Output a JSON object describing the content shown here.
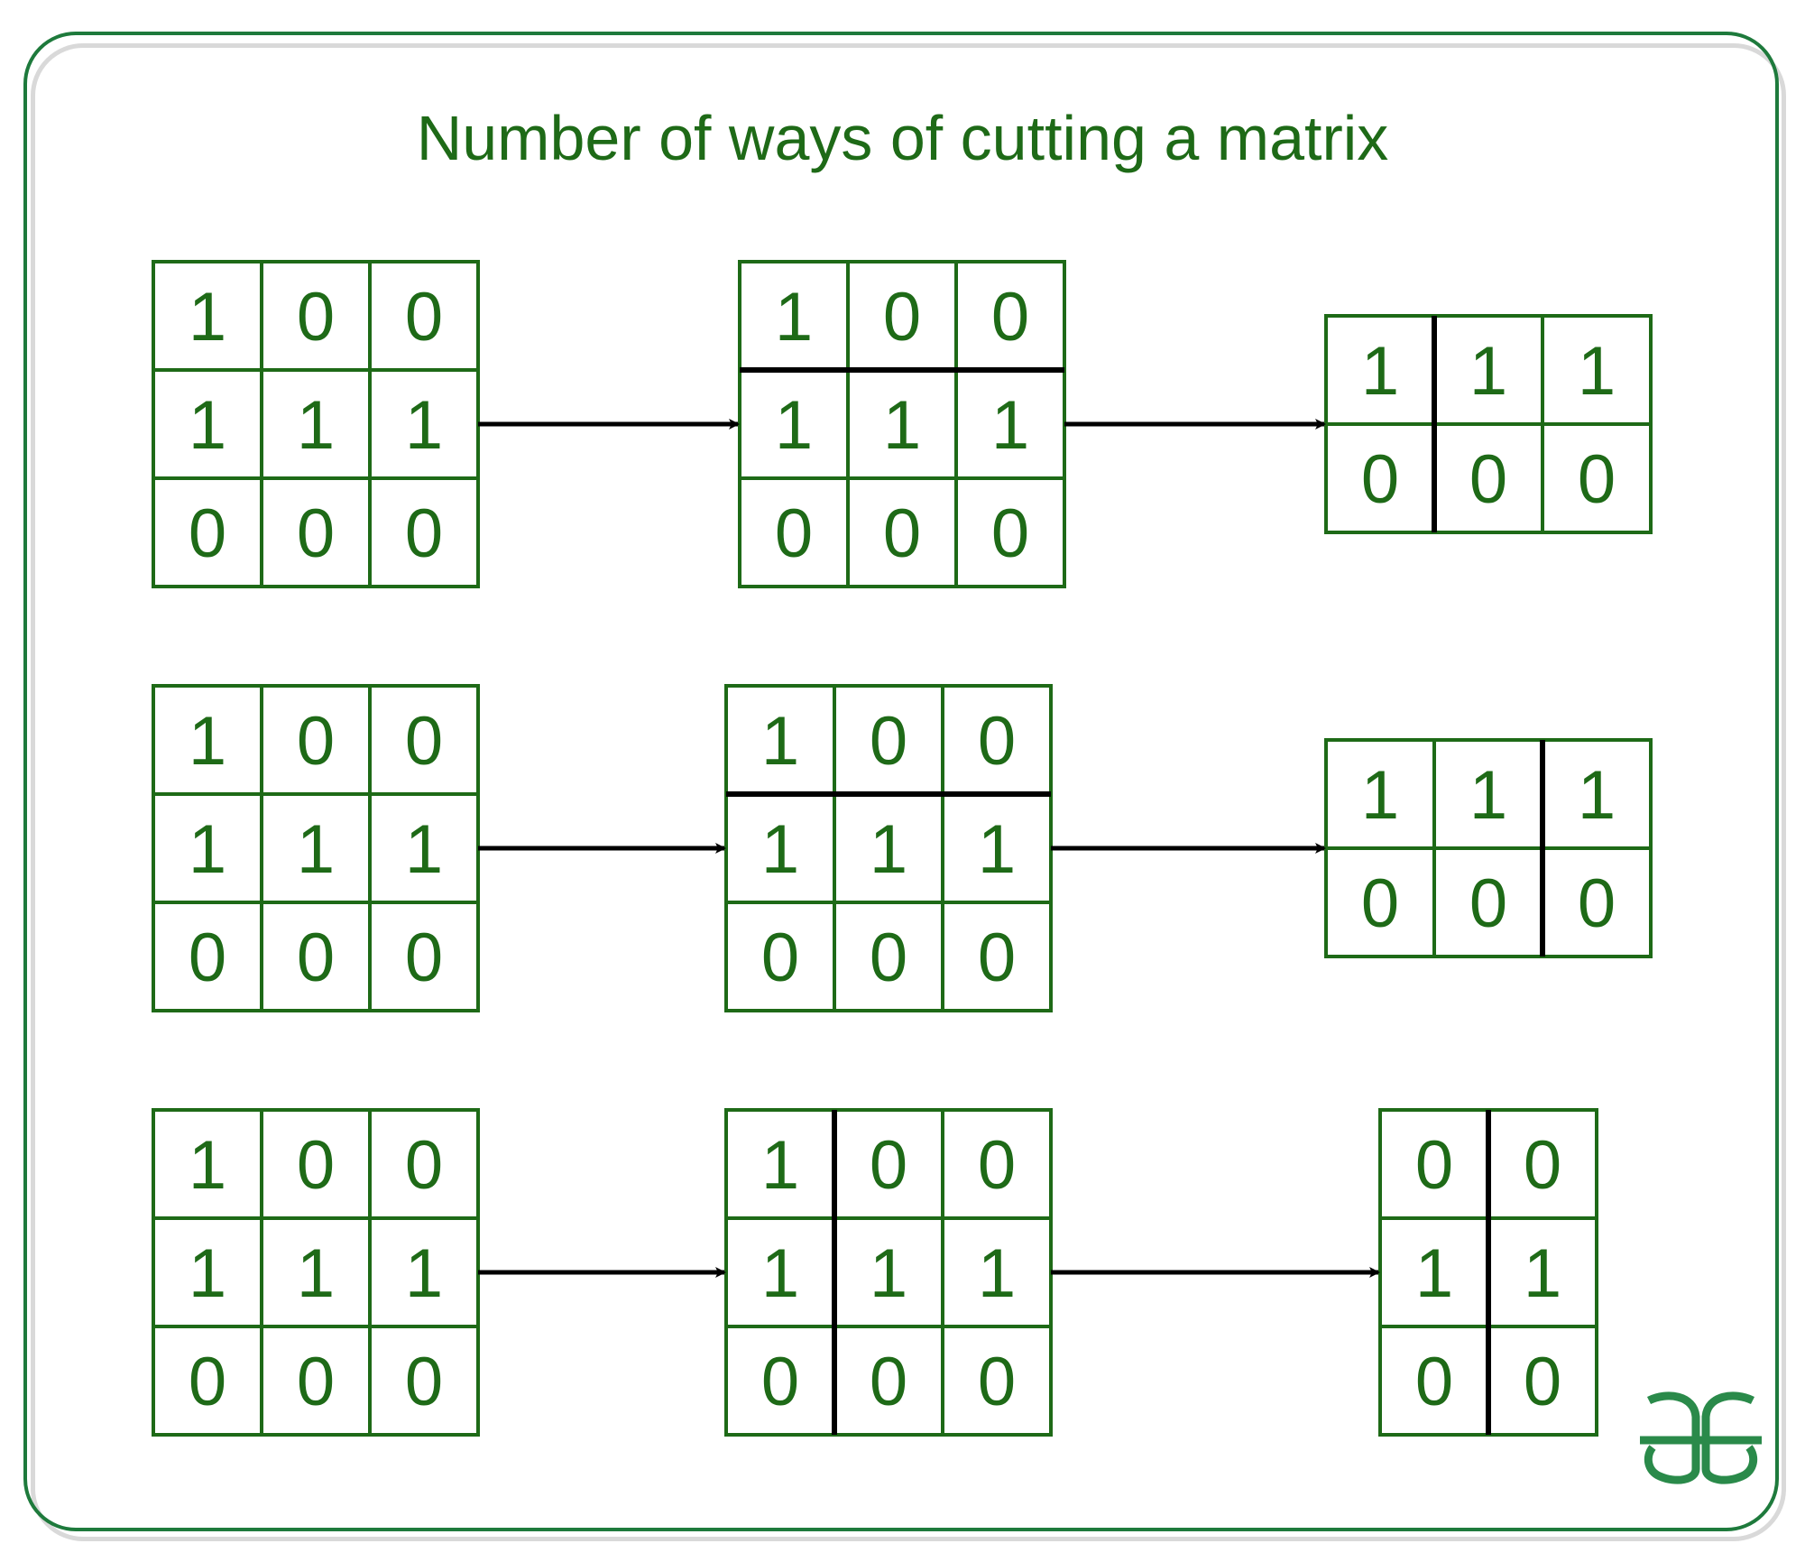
{
  "title": "Number of ways of cutting a matrix",
  "colors": {
    "grid_green": "#1e6a17",
    "frame_green": "#1e7a3c",
    "cut_line": "#000000",
    "logo_green": "#2a8a4a"
  },
  "logo": "gfg-logo",
  "rows": [
    {
      "matrices": [
        {
          "cells": [
            [
              "1",
              "0",
              "0"
            ],
            [
              "1",
              "1",
              "1"
            ],
            [
              "0",
              "0",
              "0"
            ]
          ],
          "cut": null
        },
        {
          "cells": [
            [
              "1",
              "0",
              "0"
            ],
            [
              "1",
              "1",
              "1"
            ],
            [
              "0",
              "0",
              "0"
            ]
          ],
          "cut": {
            "type": "horizontal",
            "after": 1
          }
        },
        {
          "cells": [
            [
              "1",
              "1",
              "1"
            ],
            [
              "0",
              "0",
              "0"
            ]
          ],
          "cut": {
            "type": "vertical",
            "after": 1
          }
        }
      ]
    },
    {
      "matrices": [
        {
          "cells": [
            [
              "1",
              "0",
              "0"
            ],
            [
              "1",
              "1",
              "1"
            ],
            [
              "0",
              "0",
              "0"
            ]
          ],
          "cut": null
        },
        {
          "cells": [
            [
              "1",
              "0",
              "0"
            ],
            [
              "1",
              "1",
              "1"
            ],
            [
              "0",
              "0",
              "0"
            ]
          ],
          "cut": {
            "type": "horizontal",
            "after": 1
          }
        },
        {
          "cells": [
            [
              "1",
              "1",
              "1"
            ],
            [
              "0",
              "0",
              "0"
            ]
          ],
          "cut": {
            "type": "vertical",
            "after": 2
          }
        }
      ]
    },
    {
      "matrices": [
        {
          "cells": [
            [
              "1",
              "0",
              "0"
            ],
            [
              "1",
              "1",
              "1"
            ],
            [
              "0",
              "0",
              "0"
            ]
          ],
          "cut": null
        },
        {
          "cells": [
            [
              "1",
              "0",
              "0"
            ],
            [
              "1",
              "1",
              "1"
            ],
            [
              "0",
              "0",
              "0"
            ]
          ],
          "cut": {
            "type": "vertical",
            "after": 1
          }
        },
        {
          "cells": [
            [
              "0",
              "0"
            ],
            [
              "1",
              "1"
            ],
            [
              "0",
              "0"
            ]
          ],
          "cut": {
            "type": "vertical",
            "after": 1
          }
        }
      ]
    }
  ]
}
